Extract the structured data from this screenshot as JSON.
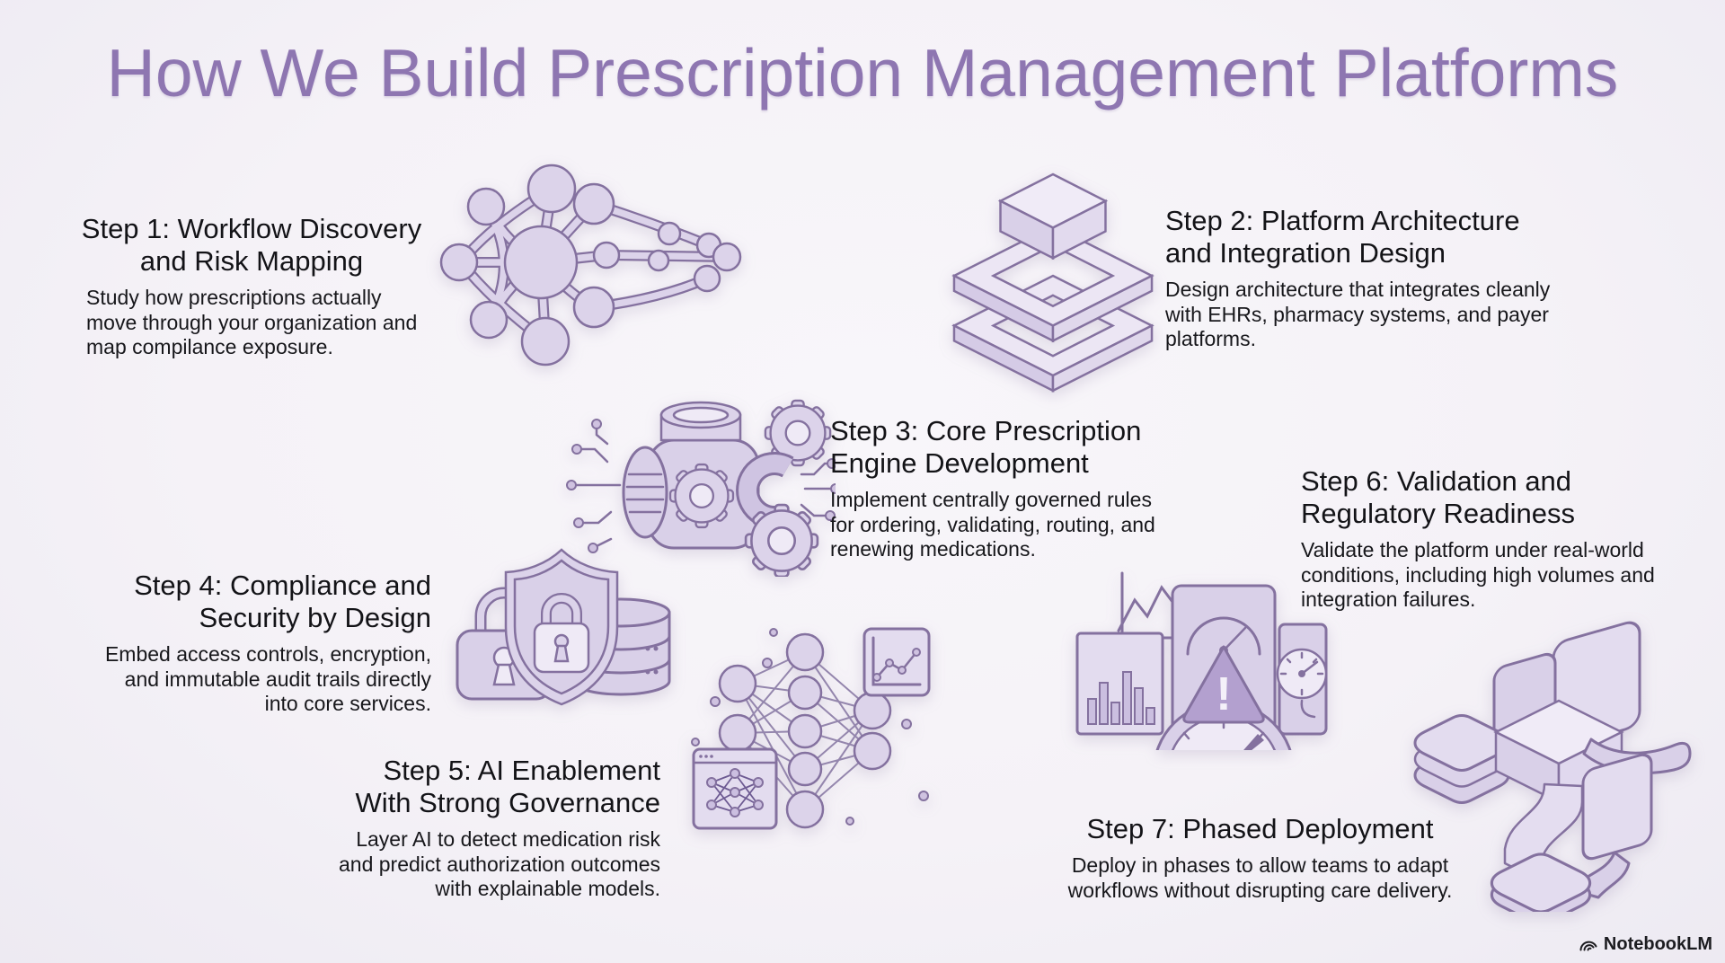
{
  "page": {
    "title": "How We Build Prescription Management Platforms",
    "background_color": "#f5f2f7",
    "title_color": "#8e76b1",
    "icon_fill_color": "#dcd3ea",
    "icon_outline_color": "#84719f",
    "text_color": "#131317"
  },
  "steps": [
    {
      "number": 1,
      "heading": "Step 1: Workflow Discovery\nand Risk Mapping",
      "body": "Study how prescriptions actually\nmove through your organization and\nmap compilance exposure.",
      "icon": "workflow-network-icon"
    },
    {
      "number": 2,
      "heading": "Step 2: Platform Architecture\nand Integration Design",
      "body": "Design architecture that integrates cleanly\nwith EHRs, pharmacy systems, and payer\nplatforms.",
      "icon": "platform-layers-icon"
    },
    {
      "number": 3,
      "heading": "Step 3: Core Prescription\nEngine Development",
      "body": "Implement centrally governed rules\nfor ordering, validating, routing, and\nrenewing medications.",
      "icon": "prescription-engine-icon"
    },
    {
      "number": 4,
      "heading": "Step 4: Compliance and\nSecurity by Design",
      "body": "Embed access controls, encryption,\nand immutable audit trails directly\ninto core services.",
      "icon": "security-shield-icon"
    },
    {
      "number": 5,
      "heading": "Step 5: AI Enablement\nWith Strong Governance",
      "body": "Layer AI to detect medication risk\nand predict authorization outcomes\nwith explainable models.",
      "icon": "ai-network-icon"
    },
    {
      "number": 6,
      "heading": "Step 6: Validation and\nRegulatory Readiness",
      "body": "Validate the platform under real-world\nconditions, including high volumes and\nintegration failures.",
      "icon": "validation-gauges-icon"
    },
    {
      "number": 7,
      "heading": "Step 7: Phased Deployment",
      "body": "Deploy in phases to allow teams to adapt\nworkflows without disrupting care delivery.",
      "icon": "phased-deployment-icon"
    }
  ],
  "watermark": {
    "label": "NotebookLM"
  }
}
